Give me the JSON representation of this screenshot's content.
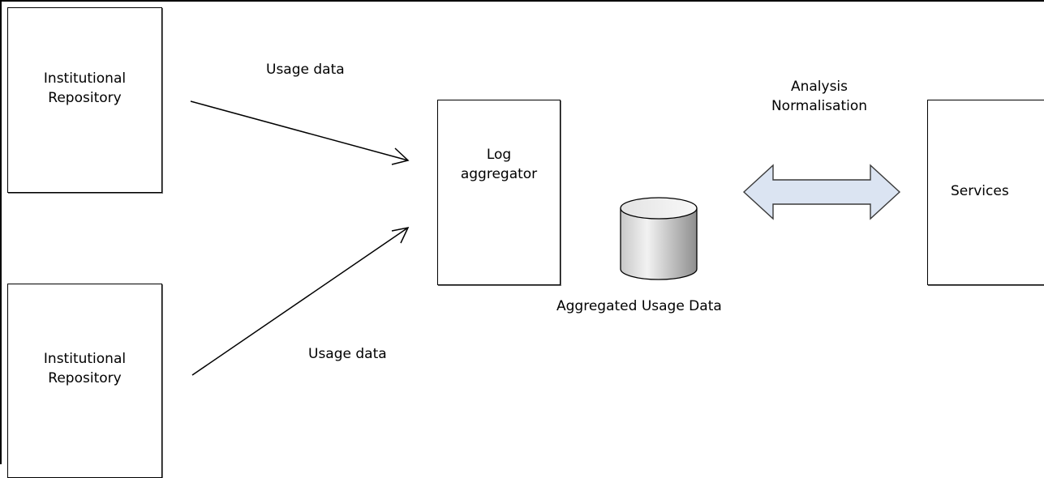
{
  "diagram": {
    "nodes": {
      "repo_top": "Institutional\nRepository",
      "repo_bottom": "Institutional\nRepository",
      "log_aggregator": "Log\naggregator",
      "database": "Aggregated Usage Data",
      "services": "Services"
    },
    "edge_labels": {
      "usage_top": "Usage data",
      "usage_bottom": "Usage data",
      "analysis": "Analysis\nNormalisation"
    },
    "colors": {
      "cylinder_light": "#f2f2f2",
      "cylinder_dark": "#9a9a9a",
      "double_arrow_fill": "#dbe4f2"
    }
  }
}
